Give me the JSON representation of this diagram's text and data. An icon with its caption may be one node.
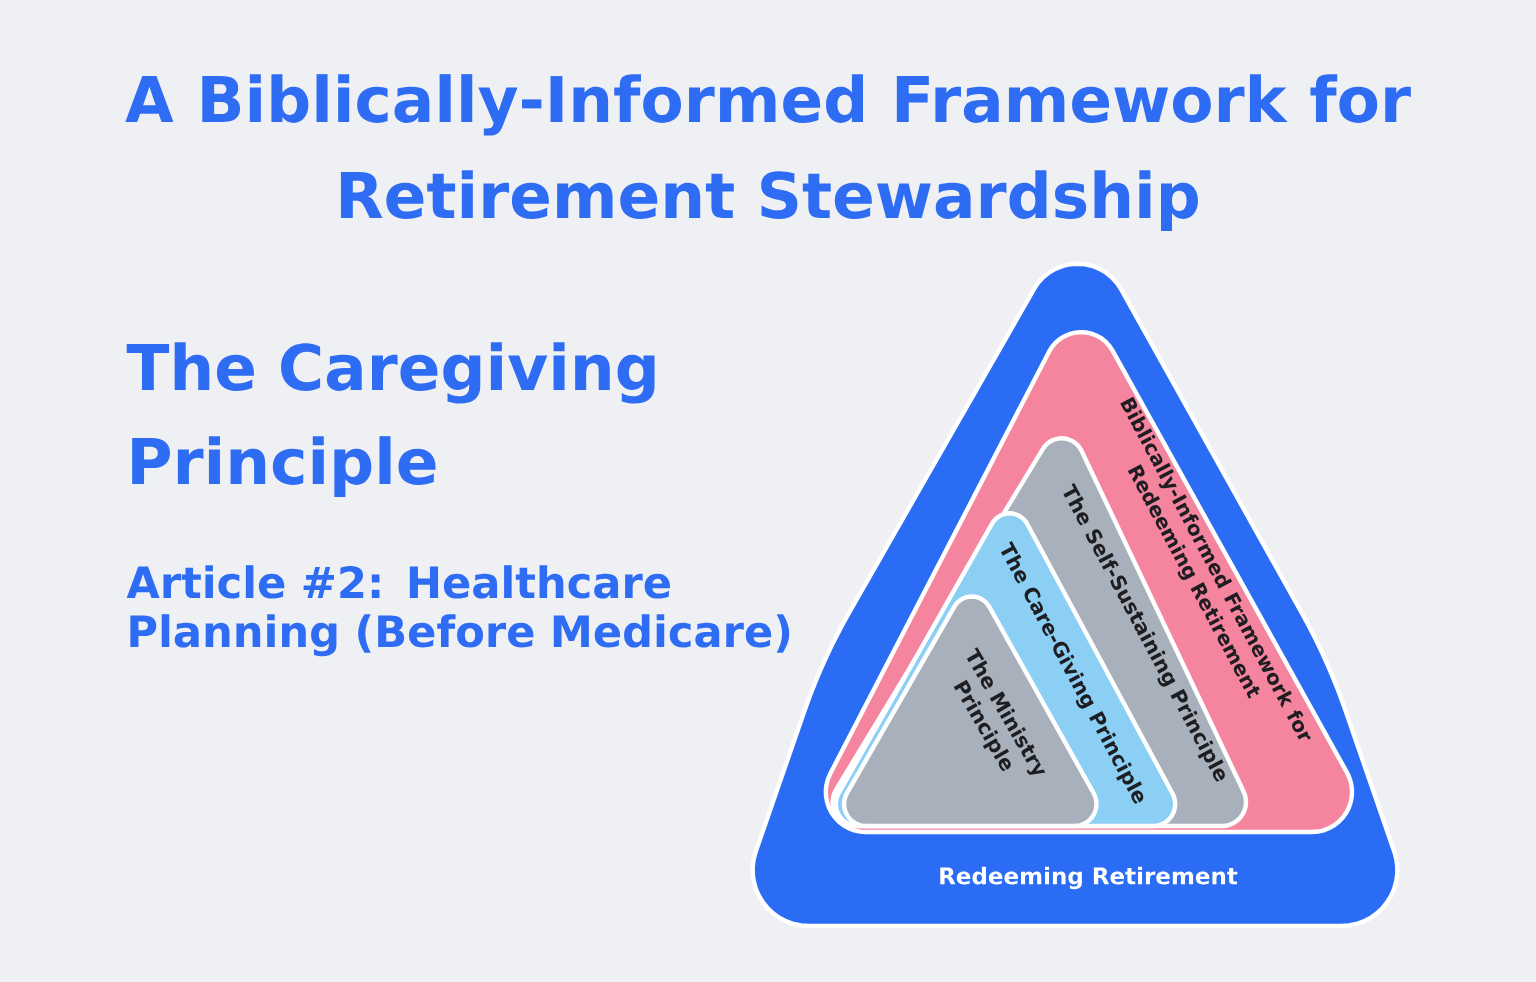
{
  "diagram": {
    "title": "A Biblically-Informed Framework for Retirement Stewardship",
    "nodes": [
      {
        "text": [
          "Redeeming Retirement"
        ]
      },
      {
        "text": [
          "Biblically-Informed Framework for Redeeming Retirement"
        ],
        "in": 0
      },
      {
        "text": [
          "The Self-Sustaining Principle"
        ],
        "in": 1
      },
      {
        "text": [
          "The Care-Giving Principle"
        ],
        "in": 2
      },
      {
        "text": [
          "The Ministry Principle"
        ],
        "in": 3
      }
    ],
    "labels": [
      "The Caregiving Principle",
      "Article #2: Healthcare Planning (Before Medicare)"
    ]
  }
}
